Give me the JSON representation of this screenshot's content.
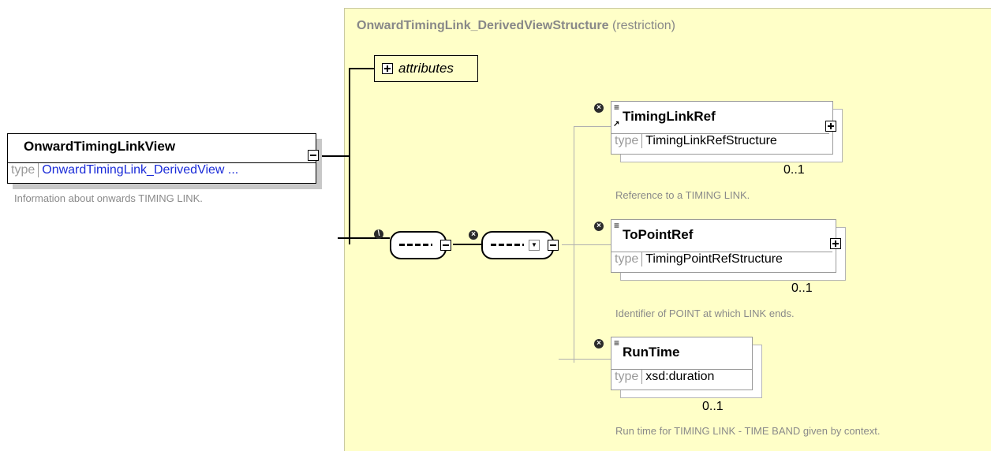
{
  "structure": {
    "name": "OnwardTimingLink_DerivedViewStructure",
    "qualifier": "(restriction)"
  },
  "attributes_label": "attributes",
  "main_element": {
    "name": "OnwardTimingLinkView",
    "type_label": "type",
    "type_value": "OnwardTimingLink_DerivedView ...",
    "description": "Information about onwards TIMING LINK."
  },
  "children": [
    {
      "name": "TimingLinkRef",
      "type_label": "type",
      "type_value": "TimingLinkRefStructure",
      "cardinality": "0..1",
      "description": "Reference to a TIMING LINK."
    },
    {
      "name": "ToPointRef",
      "type_label": "type",
      "type_value": "TimingPointRefStructure",
      "cardinality": "0..1",
      "description": "Identifier of POINT at which LINK ends."
    },
    {
      "name": "RunTime",
      "type_label": "type",
      "type_value": "xsd:duration",
      "cardinality": "0..1",
      "description": "Run time for TIMING LINK - TIME BAND given by context."
    }
  ],
  "icons": {
    "expand": "plus-box-icon",
    "collapse": "minus-box-icon",
    "optional": "optional-x-icon",
    "sequence": "sequence-icon"
  }
}
